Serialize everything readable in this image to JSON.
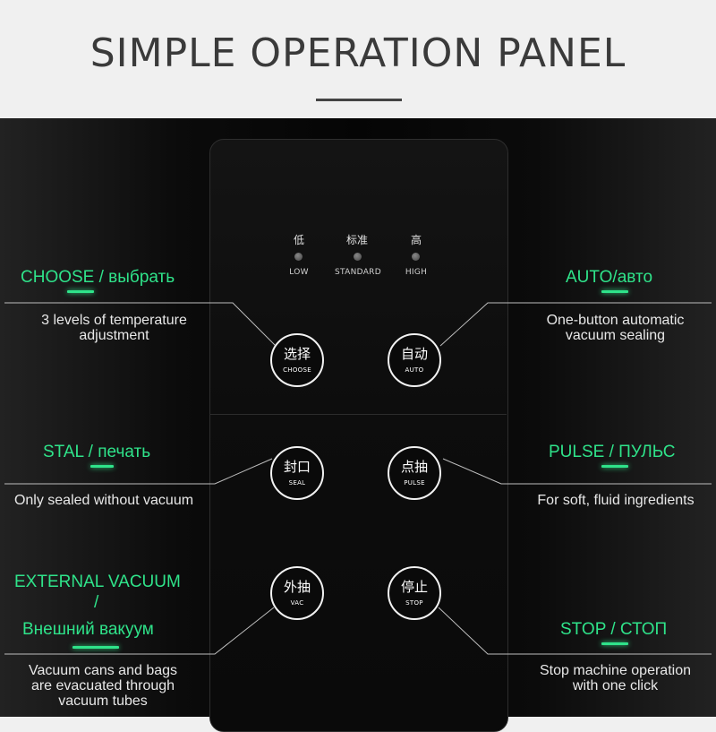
{
  "title": "SIMPLE OPERATION PANEL",
  "levels": [
    {
      "cn": "低",
      "en": "LOW"
    },
    {
      "cn": "标准",
      "en": "STANDARD"
    },
    {
      "cn": "高",
      "en": "HIGH"
    }
  ],
  "buttons": {
    "choose": {
      "cn": "选择",
      "en": "CHOOSE"
    },
    "auto": {
      "cn": "自动",
      "en": "AUTO"
    },
    "seal": {
      "cn": "封口",
      "en": "SEAL"
    },
    "pulse": {
      "cn": "点抽",
      "en": "PULSE"
    },
    "vac": {
      "cn": "外抽",
      "en": "VAC"
    },
    "stop": {
      "cn": "停止",
      "en": "STOP"
    }
  },
  "features": {
    "choose": {
      "heading": "CHOOSE / выбрать",
      "desc1": "3 levels of temperature",
      "desc2": "adjustment"
    },
    "auto": {
      "heading": "AUTO/авто",
      "desc1": "One-button automatic",
      "desc2": "vacuum sealing"
    },
    "seal": {
      "heading": "STAL / печать",
      "desc1": "Only sealed without vacuum"
    },
    "pulse": {
      "heading": "PULSE / ПУЛЬС",
      "desc1": "For soft, fluid ingredients"
    },
    "vac": {
      "heading1": "EXTERNAL VACUUM",
      "heading2": "/",
      "heading3": "Внешний вакуум",
      "desc1": "Vacuum cans and bags",
      "desc2": "are evacuated through",
      "desc3": "vacuum tubes"
    },
    "stop": {
      "heading": "STOP / СТОП",
      "desc1": "Stop machine operation",
      "desc2": "with one click"
    }
  },
  "colors": {
    "accent": "#2fe38a",
    "background": "#0a0a0a",
    "header_bg": "#f0f0f0",
    "title_text": "#3a3a3a"
  }
}
